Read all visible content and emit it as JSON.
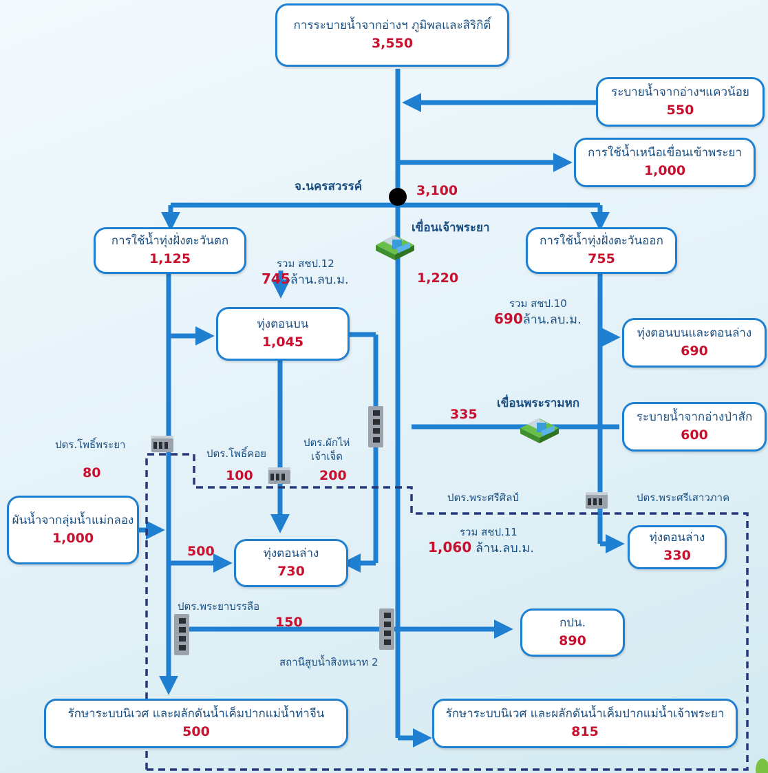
{
  "nodes": {
    "bhumibol": {
      "label": "การระบายน้ำจากอ่างฯ ภูมิพลและสิริกิติ์",
      "value": "3,550"
    },
    "khwae_noi": {
      "label": "ระบายน้ำจากอ่างฯแควน้อย",
      "value": "550"
    },
    "above_dam": {
      "label": "การใช้น้ำเหนือเขื่อนเข้าพระยา",
      "value": "1,000"
    },
    "west_field": {
      "label": "การใช้น้ำทุ่งฝั่งตะวันตก",
      "value": "1,125"
    },
    "east_field": {
      "label": "การใช้น้ำทุ่งฝั่งตะวันออก",
      "value": "755"
    },
    "upper_field": {
      "label": "ทุ่งตอนบน",
      "value": "1,045"
    },
    "upper_lower_field": {
      "label": "ทุ่งตอนบนและตอนล่าง",
      "value": "690"
    },
    "pasak": {
      "label": "ระบายน้ำจากอ่างป่าสัก",
      "value": "600"
    },
    "mae_klong": {
      "label": "ผันน้ำจากลุ่มน้ำแม่กลอง",
      "value": "1,000"
    },
    "lower_field_w": {
      "label": "ทุ่งตอนล่าง",
      "value": "730"
    },
    "lower_field_e": {
      "label": "ทุ่งตอนล่าง",
      "value": "330"
    },
    "bangkok": {
      "label": "กปน.",
      "value": "890"
    },
    "tha_chin": {
      "label": "รักษาระบบนิเวศ และผลักดันน้ำเค็มปากแม่น้ำท่าจีน",
      "value": "500"
    },
    "chao_phraya_mouth": {
      "label": "รักษาระบบนิเวศ และผลักดันน้ำเค็มปากแม่น้ำเจ้าพระยา",
      "value": "815"
    }
  },
  "labels": {
    "nakhon_sawan": "จ.นครสวรรค์",
    "chao_phraya_dam": "เขื่อนเจ้าพระยา",
    "rama6_dam": "เขื่อนพระรามหก",
    "phopraya": "ปตร.โพธิ์พระยา",
    "phokhoi": "ปตร.โพธิ์คอย",
    "phakhai": "ปตร.ผักไห่",
    "chaochet": "เจ้าเจ็ด",
    "phrasisilp": "ปตร.พระศรีศิลป์",
    "phrasisaowapha": "ปตร.พระศรีเสาวภาค",
    "phrayabanlue": "ปตร.พระยาบรรลือ",
    "singhanat": "สถานีสูบน้ำสิงหนาท 2"
  },
  "totals": {
    "sob12": {
      "prefix": "รวม สชป.12",
      "value": "745",
      "unit": "ล้าน.ลบ.ม."
    },
    "sob10": {
      "prefix": "รวม สชป.10",
      "value": "690",
      "unit": "ล้าน.ลบ.ม."
    },
    "sob11": {
      "prefix": "รวม สชป.11",
      "value": "1,060",
      "unit": "ล้าน.ลบ.ม."
    }
  },
  "flows": {
    "nakhon_sawan": "3,100",
    "dam_release": "1,220",
    "rama6": "335",
    "phopraya": "80",
    "phokhoi": "100",
    "phakhai": "200",
    "to_lower_w": "500",
    "phrayabanlue": "150"
  },
  "colors": {
    "arrow": "#1f7fd0",
    "value": "#c8102e",
    "text": "#1a4f82",
    "boundary": "#26387a"
  }
}
